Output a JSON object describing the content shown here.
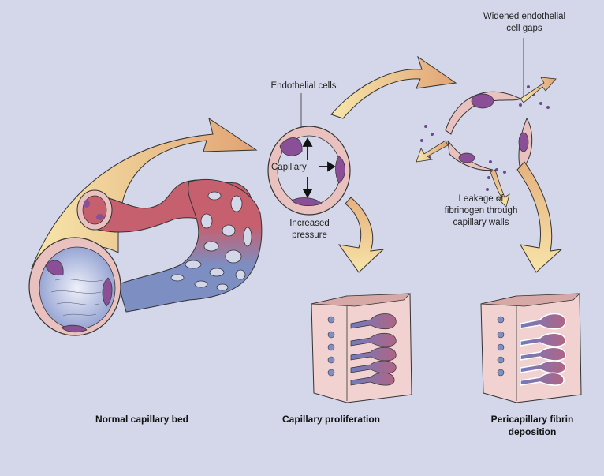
{
  "figure": {
    "background_color": "#d4d6e9",
    "colors": {
      "arrow_fill_light": "#f6e3a6",
      "arrow_fill_dark": "#e2a877",
      "arterial": "#c8606e",
      "venous": "#7f8fc0",
      "endothelium": "#e9c2bf",
      "nucleus": "#8a4f96",
      "fibrinogen_dots": "#6a4a8e",
      "tissue_block": "#f1d2d0"
    }
  },
  "labels": {
    "endothelial_cells": "Endothelial cells",
    "capillary": "Capillary",
    "increased_pressure_line1": "Increased",
    "increased_pressure_line2": "pressure",
    "widened_gaps_line1": "Widened endothelial",
    "widened_gaps_line2": "cell gaps",
    "leakage_line1": "Leakage of",
    "leakage_line2": "fibrinogen through",
    "leakage_line3": "capillary walls"
  },
  "captions": {
    "normal_bed": "Normal capillary bed",
    "proliferation": "Capillary proliferation",
    "fibrin_line1": "Pericapillary fibrin",
    "fibrin_line2": "deposition"
  },
  "panels": [
    {
      "id": "normal",
      "name": "Normal capillary bed"
    },
    {
      "id": "pressure",
      "name": "Capillary under increased pressure"
    },
    {
      "id": "leakage",
      "name": "Leaky capillary with widened gaps"
    },
    {
      "id": "proliferation",
      "name": "Capillary proliferation"
    },
    {
      "id": "fibrin",
      "name": "Pericapillary fibrin deposition"
    }
  ]
}
